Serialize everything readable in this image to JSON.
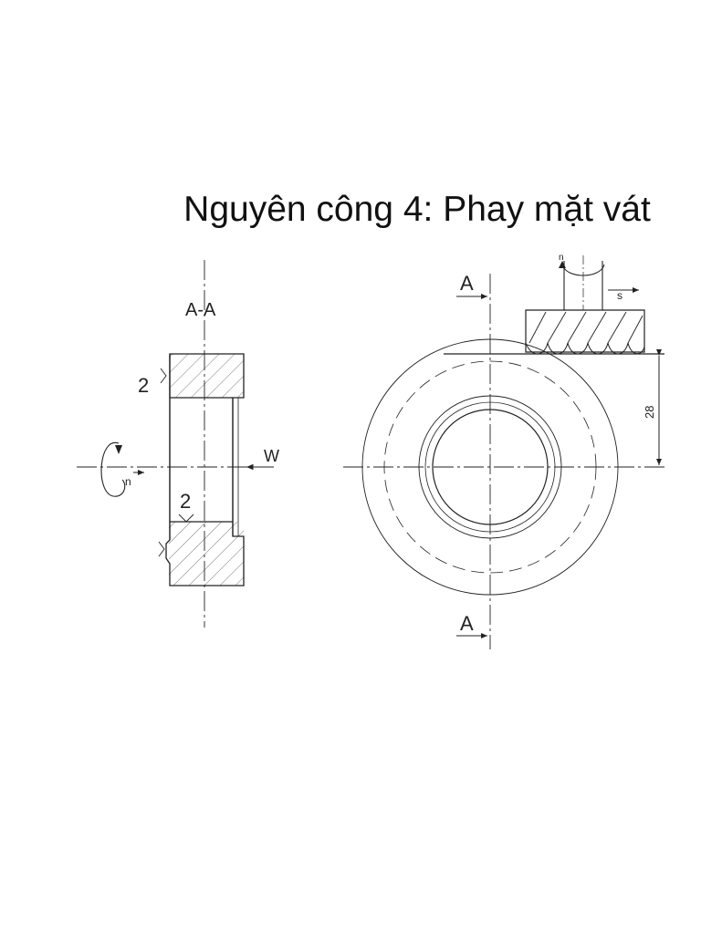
{
  "title": "Nguyên công 4: Phay mặt vát",
  "section_view": {
    "label": "A-A",
    "surface_mark_top": "2",
    "surface_mark_bottom": "2",
    "rotation_label": "n",
    "clamp_force_label": "W"
  },
  "front_view": {
    "section_mark_top": "A",
    "section_mark_bottom": "A",
    "cutter_rotation_label": "n",
    "feed_label": "s",
    "dimension_value": "28"
  },
  "colors": {
    "line": "#222222",
    "hatch": "#555555"
  }
}
